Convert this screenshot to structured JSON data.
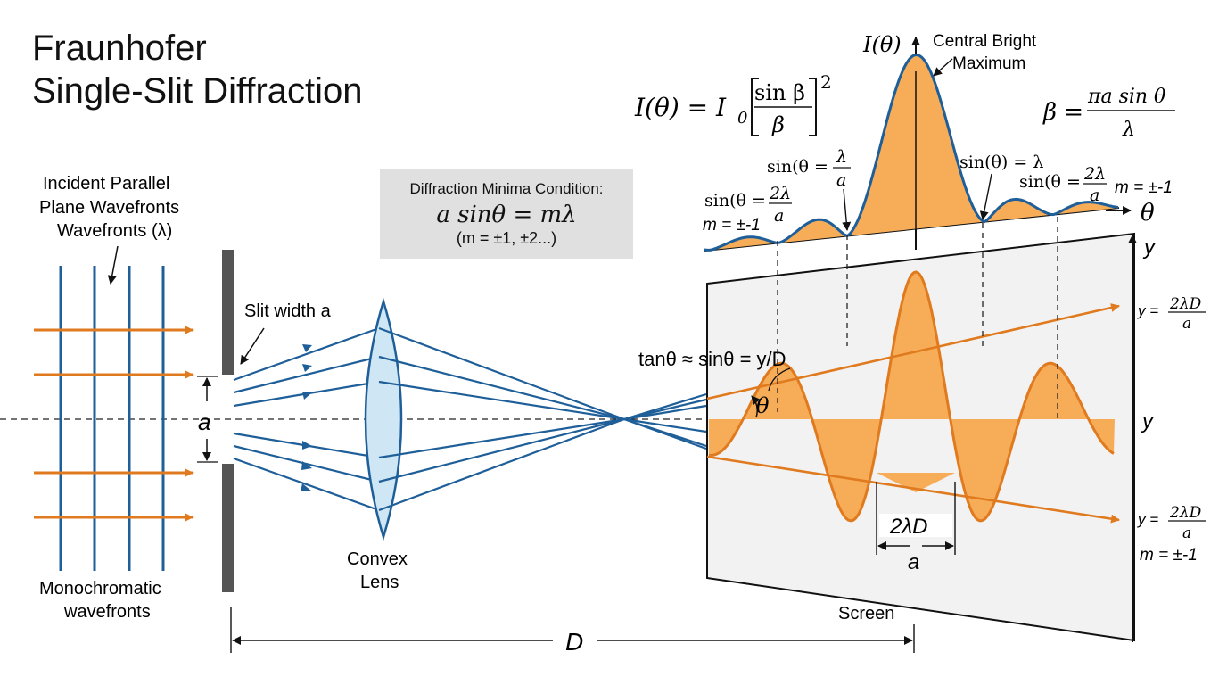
{
  "title": {
    "line1": "Fraunhofer",
    "line2": "Single-Slit Diffraction"
  },
  "labels": {
    "incident_line1": "Incident Parallel",
    "incident_line2": "Plane Wavefronts",
    "incident_line3": "Wavefronts (λ)",
    "monochromatic_line1": "Monochromatic",
    "monochromatic_line2": "wavefronts",
    "slit_width": "Slit width a",
    "slit_a": "a",
    "lens_line1": "Convex",
    "lens_line2": "Lens",
    "screen": "Screen",
    "distance_D": "D",
    "small_angle": "tanθ ≈ sinθ = y/D",
    "theta": "θ",
    "y_axis": "y",
    "y_mid": "y",
    "theta_axis": "θ",
    "I_axis": "I(θ)",
    "central_line1": "Central Bright",
    "central_line2": "Maximum",
    "spacing_num": "2λD",
    "spacing_den": "a"
  },
  "condition_box": {
    "title": "Diffraction Minima Condition:",
    "equation": "a sinθ = mλ",
    "m_values": "(m = ±1, ±2...)"
  },
  "formulas": {
    "intensity_lhs": "I(θ) = I",
    "intensity_sub": "0",
    "intensity_num": "sin β",
    "intensity_den": "β",
    "intensity_exp": "2",
    "beta_lhs": "β =",
    "beta_num": "πa sin θ",
    "beta_den": "λ"
  },
  "annotations": {
    "min_left2_lhs": "sin(θ =",
    "min_left2_num": "2λ",
    "min_left2_den": "a",
    "min_left2_m": "m = ±-1",
    "min_left1_lhs": "sin(θ =",
    "min_left1_num": "λ",
    "min_left1_den": "a",
    "min_right1": "sin(θ) = λ",
    "min_right2_lhs": "sin(θ =",
    "min_right2_num": "2λ",
    "min_right2_den": "a",
    "min_right2_m": "m = ±-1",
    "y_top_lhs": "y =",
    "y_top_num": "2λD",
    "y_top_den": "a",
    "y_bot_lhs": "y =",
    "y_bot_num": "2λD",
    "y_bot_den": "a",
    "y_bot_m": "m = ±-1"
  },
  "colors": {
    "wave_blue": "#1f5f99",
    "ray_orange": "#e07a1f",
    "fill_orange": "#f7ad58",
    "lens_fill": "#cfe6f5",
    "screen_fill": "#f2f2f2",
    "box_gray": "#e0e0e0",
    "slit_gray": "#555555"
  }
}
